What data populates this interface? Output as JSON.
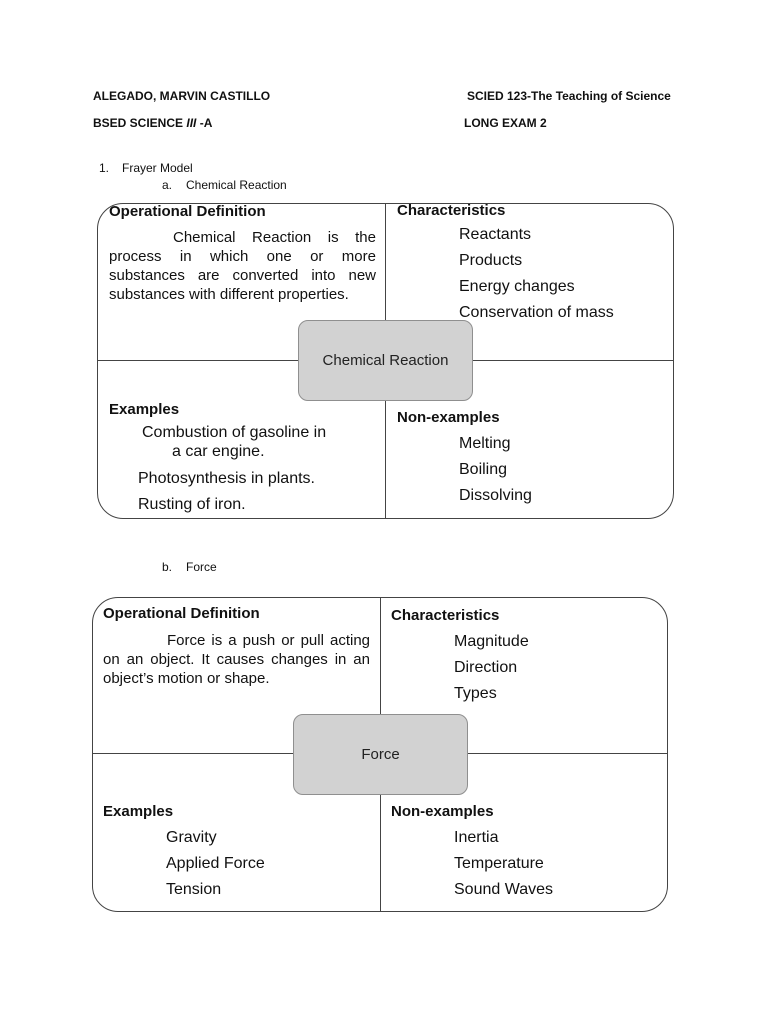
{
  "header": {
    "name": "ALEGADO, MARVIN CASTILLO",
    "course": "SCIED 123-The Teaching of Science",
    "section_prefix": "BSED SCIENCE ",
    "section_year": "III",
    "section_suffix": " -A",
    "exam": "LONG EXAM 2"
  },
  "list": {
    "item_number": "1.",
    "item_title": "Frayer Model",
    "a_label": "a.",
    "a_title": "Chemical Reaction",
    "b_label": "b.",
    "b_title": "Force"
  },
  "chemical": {
    "center": "Chemical Reaction",
    "definition_title": "Operational Definition",
    "definition_text": "Chemical Reaction is the process in which one or more substances are converted into new substances with different properties.",
    "characteristics_title": "Characteristics",
    "characteristics": [
      "Reactants",
      "Products",
      "Energy changes",
      "Conservation of mass"
    ],
    "examples_title": "Examples",
    "example_1_line_1": "Combustion of gasoline in",
    "example_1_line_2": "a car engine.",
    "example_2": "Photosynthesis in plants.",
    "example_3": "Rusting of iron.",
    "nonexamples_title": "Non-examples",
    "nonexamples": [
      "Melting",
      "Boiling",
      "Dissolving"
    ]
  },
  "force": {
    "center": "Force",
    "definition_title": "Operational Definition",
    "definition_text": "Force is a push or pull acting on an object. It causes changes in an object’s motion or shape.",
    "characteristics_title": "Characteristics",
    "characteristics": [
      "Magnitude",
      "Direction",
      "Types"
    ],
    "examples_title": "Examples",
    "examples": [
      "Gravity",
      "Applied Force",
      "Tension"
    ],
    "nonexamples_title": "Non-examples",
    "nonexamples": [
      "Inertia",
      "Temperature",
      "Sound Waves"
    ]
  }
}
